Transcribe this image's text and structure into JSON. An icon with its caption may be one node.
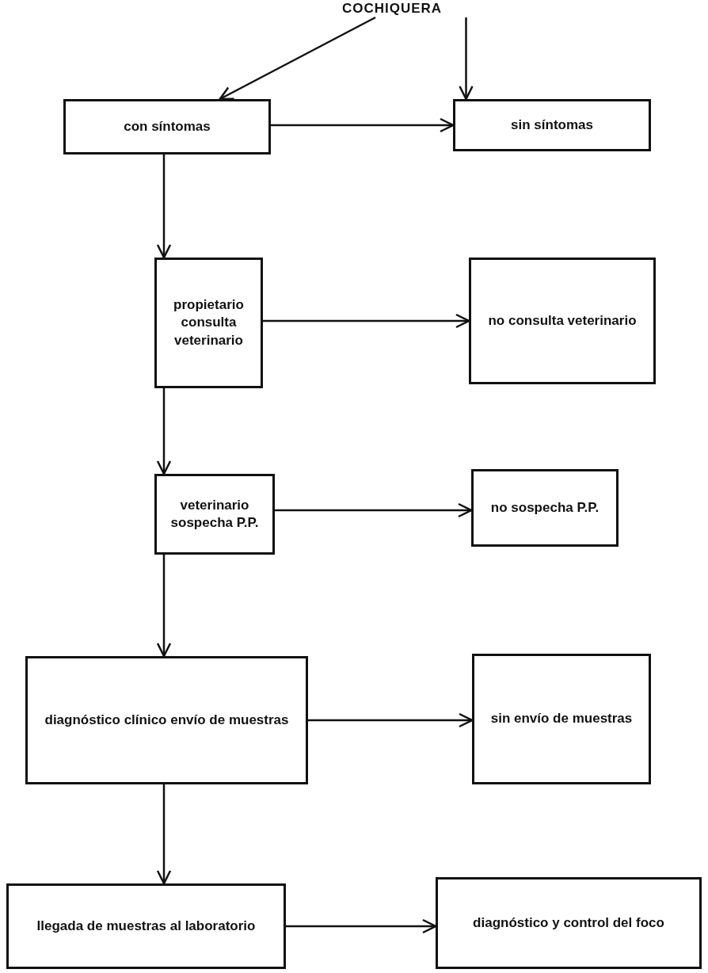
{
  "diagram": {
    "nodes": [
      {
        "text": [
          "COCHIQUERA"
        ]
      },
      {
        "text": [
          "con síntomas"
        ]
      },
      {
        "text": [
          "sin síntomas"
        ]
      },
      {
        "text": [
          "propietario consulta veterinario"
        ]
      },
      {
        "text": [
          "no consulta veterinario"
        ]
      },
      {
        "text": [
          "veterinario sospecha P.P."
        ]
      },
      {
        "text": [
          "no sospecha P.P."
        ]
      },
      {
        "text": [
          "diagnóstico clínico envío de muestras"
        ]
      },
      {
        "text": [
          "sin envío de muestras"
        ]
      },
      {
        "text": [
          "llegada de muestras al laboratorio"
        ]
      },
      {
        "text": [
          "diagnóstico y control del foco"
        ]
      }
    ],
    "edges": [
      {
        "from": 0,
        "to": 1,
        "arrow": "to"
      },
      {
        "from": 0,
        "to": 2,
        "arrow": "to"
      },
      {
        "from": 1,
        "to": 2,
        "arrow": "to"
      },
      {
        "from": 1,
        "to": 3,
        "arrow": "to"
      },
      {
        "from": 3,
        "to": 4,
        "arrow": "to"
      },
      {
        "from": 3,
        "to": 5,
        "arrow": "to"
      },
      {
        "from": 5,
        "to": 6,
        "arrow": "to"
      },
      {
        "from": 5,
        "to": 7,
        "arrow": "to"
      },
      {
        "from": 7,
        "to": 8,
        "arrow": "to"
      },
      {
        "from": 7,
        "to": 9,
        "arrow": "to"
      },
      {
        "from": 9,
        "to": 10,
        "arrow": "to"
      }
    ]
  }
}
